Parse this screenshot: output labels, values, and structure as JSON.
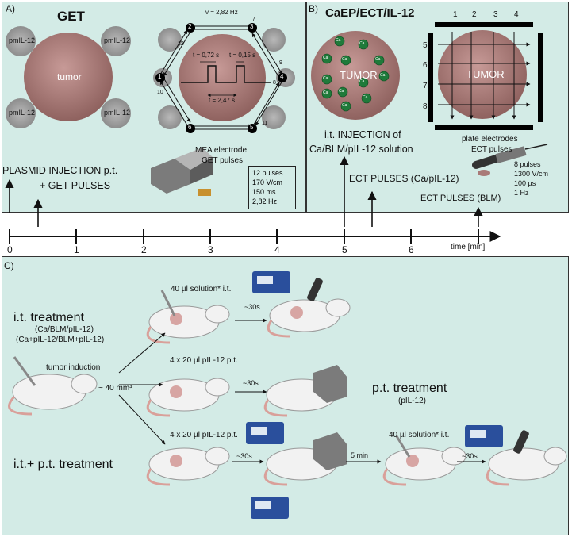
{
  "panelA": {
    "label": "A)",
    "title": "GET",
    "tumor_label": "tumor",
    "plasmid_label": "pmIL-12",
    "v_label": "v = 2,82 Hz",
    "t1": "t = 0,72 s",
    "t2": "t = 0,15 s",
    "t3": "t = 2,47 s",
    "electrode_numbers": [
      "1",
      "2",
      "3",
      "4",
      "5",
      "6",
      "7",
      "8",
      "9",
      "10",
      "11",
      "12"
    ],
    "mea_line1": "MEA electrode",
    "mea_line2": "GET pulses",
    "params": [
      "12 pulses",
      "170 V/cm",
      "150 ms",
      "2,82 Hz"
    ],
    "step1_line1": "PLASMID INJECTION p.t.",
    "step1_line2": "+ GET PULSES"
  },
  "panelB": {
    "label": "B)",
    "title": "CaEP/ECT/IL-12",
    "tumor_label": "TUMOR",
    "ca_label": "Ca",
    "cols": [
      "1",
      "2",
      "3",
      "4"
    ],
    "rows": [
      "5",
      "6",
      "7",
      "8"
    ],
    "plate_line1": "plate electrodes",
    "plate_line2": "ECT pulses",
    "inj_line1": "i.t. INJECTION of",
    "inj_line2": "Ca/BLM/pIL-12 solution",
    "ect1": "ECT PULSES (Ca/pIL-12)",
    "ect2": "ECT PULSES (BLM)",
    "params": [
      "8 pulses",
      "1300 V/cm",
      "100 µs",
      "1 Hz"
    ]
  },
  "timeline": {
    "ticks": [
      "0",
      "1",
      "2",
      "3",
      "4",
      "5",
      "6"
    ],
    "unit": "time [min]"
  },
  "panelC": {
    "label": "C)",
    "it_title": "i.t. treatment",
    "it_sub1": "(Ca/BLM/pIL-12)",
    "it_sub2": "(Ca+pIL-12/BLM+pIL-12)",
    "tumor_induction": "tumor induction",
    "volume": "~ 40 mm³",
    "sol1": "40 µl solution* i.t.",
    "pt_inj1": "4 x 20 µl pIL-12 p.t.",
    "pt_inj2": "4 x 20 µl pIL-12 p.t.",
    "wait1": "~30s",
    "wait2": "~30s",
    "wait3": "~30s",
    "wait4": "~30s",
    "pt_title": "p.t. treatment",
    "pt_sub": "(pIL-12)",
    "combo_title": "i.t.+ p.t. treatment",
    "five_min": "5 min",
    "sol2": "40 µl solution* i.t."
  },
  "colors": {
    "panel_bg": "#d3ebe6",
    "tumor": "#a97a78",
    "ca_dot": "#1f7a3a",
    "electrode": "#000000"
  }
}
